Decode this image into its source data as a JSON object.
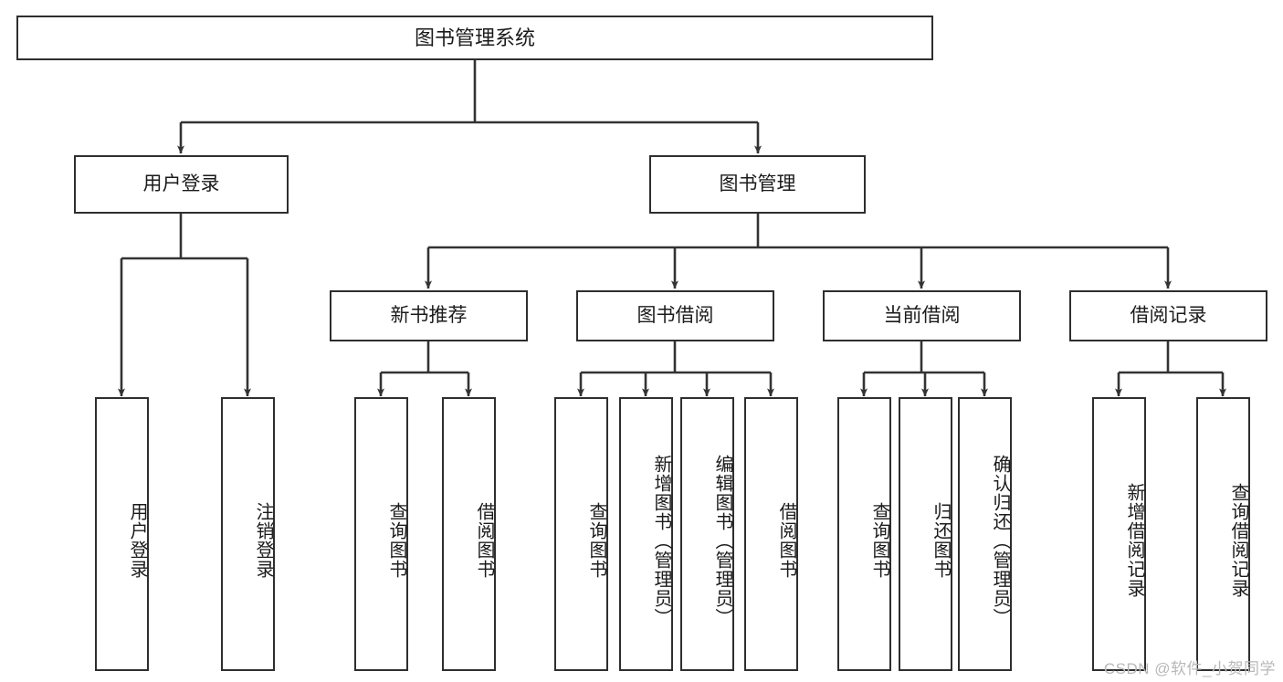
{
  "diagram": {
    "title": "图书管理系统",
    "type": "tree",
    "orientation": "top-down",
    "background_color": "#ffffff",
    "box_border_color": "#2e2e2e",
    "edge_color": "#333333",
    "text_color": "#1b1b1b"
  },
  "nodes": {
    "root": {
      "label": "图书管理系统",
      "level": 0
    },
    "level1": [
      {
        "id": "user-login",
        "label": "用户登录"
      },
      {
        "id": "book-manage",
        "label": "图书管理"
      }
    ],
    "level2": [
      {
        "id": "new-book-recommend",
        "label": "新书推荐",
        "parent": "book-manage"
      },
      {
        "id": "book-borrow",
        "label": "图书借阅",
        "parent": "book-manage"
      },
      {
        "id": "current-borrow",
        "label": "当前借阅",
        "parent": "book-manage"
      },
      {
        "id": "borrow-record",
        "label": "借阅记录",
        "parent": "book-manage"
      }
    ],
    "leaves": [
      {
        "id": "leaf-user-login",
        "label": "用户登录",
        "parent": "user-login"
      },
      {
        "id": "leaf-logout",
        "label": "注销登录",
        "parent": "user-login"
      },
      {
        "id": "leaf-query-book-1",
        "label": "查询图书",
        "parent": "new-book-recommend"
      },
      {
        "id": "leaf-borrow-book-1",
        "label": "借阅图书",
        "parent": "new-book-recommend"
      },
      {
        "id": "leaf-query-book-2",
        "label": "查询图书",
        "parent": "book-borrow"
      },
      {
        "id": "leaf-add-book",
        "label": "新增图书（管理员）",
        "parent": "book-borrow"
      },
      {
        "id": "leaf-edit-book",
        "label": "编辑图书（管理员）",
        "parent": "book-borrow"
      },
      {
        "id": "leaf-borrow-book-2",
        "label": "借阅图书",
        "parent": "book-borrow"
      },
      {
        "id": "leaf-query-book-3",
        "label": "查询图书",
        "parent": "current-borrow"
      },
      {
        "id": "leaf-return-book",
        "label": "归还图书",
        "parent": "current-borrow"
      },
      {
        "id": "leaf-confirm-return",
        "label": "确认归还（管理员）",
        "parent": "current-borrow"
      },
      {
        "id": "leaf-add-record",
        "label": "新增借阅记录",
        "parent": "borrow-record"
      },
      {
        "id": "leaf-query-record",
        "label": "查询借阅记录",
        "parent": "borrow-record"
      }
    ]
  },
  "watermark": {
    "text": "CSDN @软件_小贺同学"
  }
}
